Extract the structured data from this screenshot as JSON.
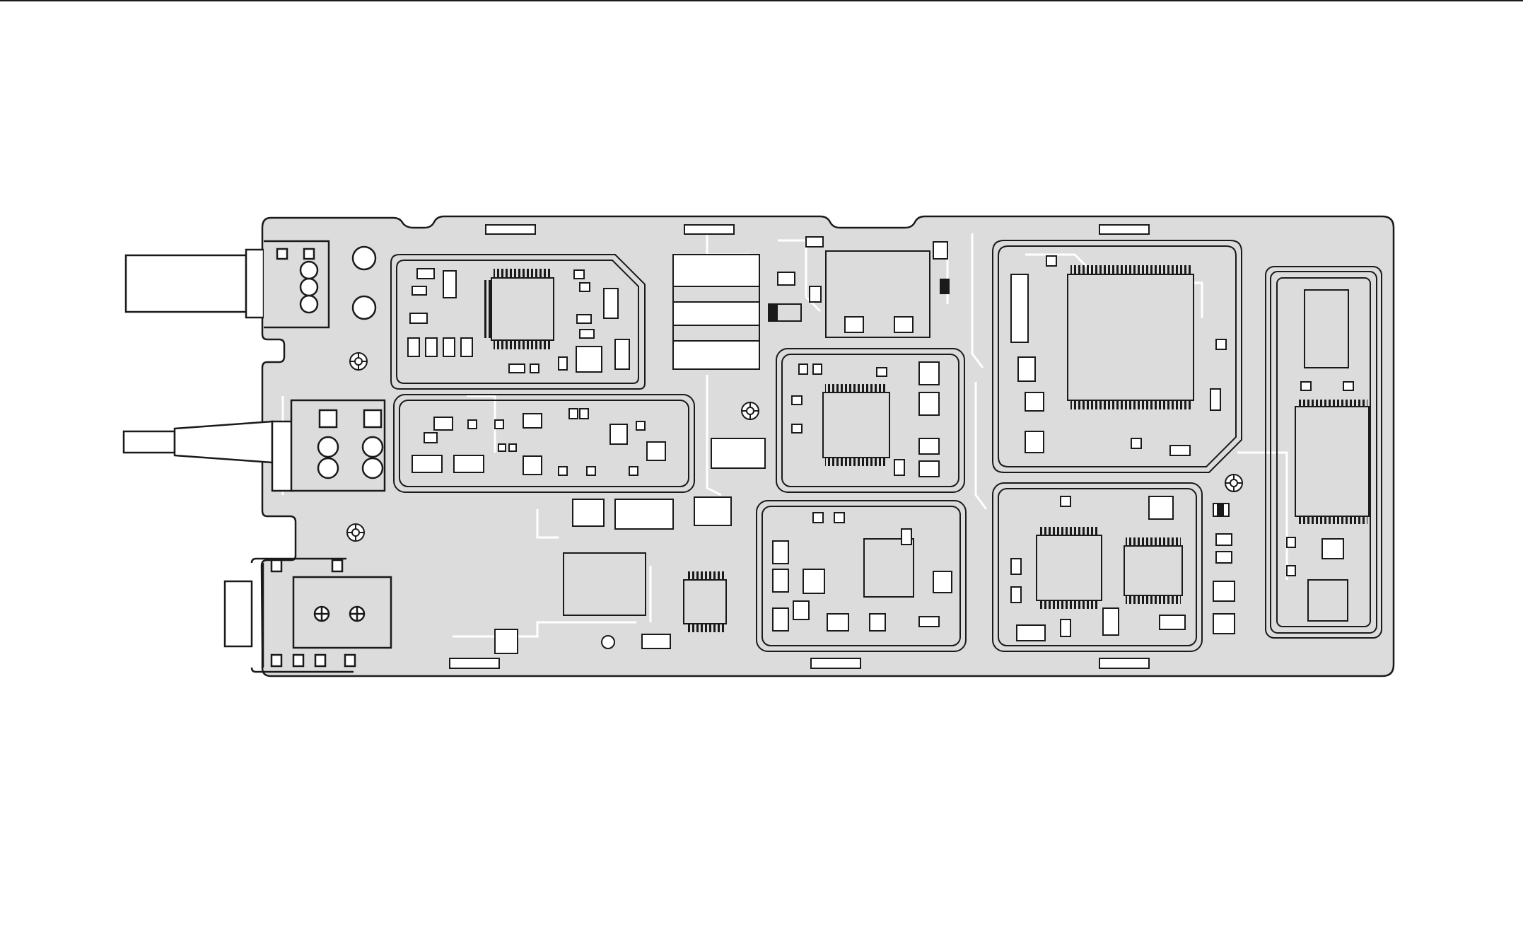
{
  "figure": {
    "subject": "pcb-board-top-view",
    "colors": {
      "board_fill": "#dcdcdc",
      "outline": "#1a1a1a",
      "pad_fill": "#ffffff",
      "page_background": "#ffffff"
    },
    "connectors": [
      "bnc-connector",
      "sma-connector",
      "dc-power-jack"
    ],
    "shield_cans": 7,
    "mounting_holes": 5
  }
}
